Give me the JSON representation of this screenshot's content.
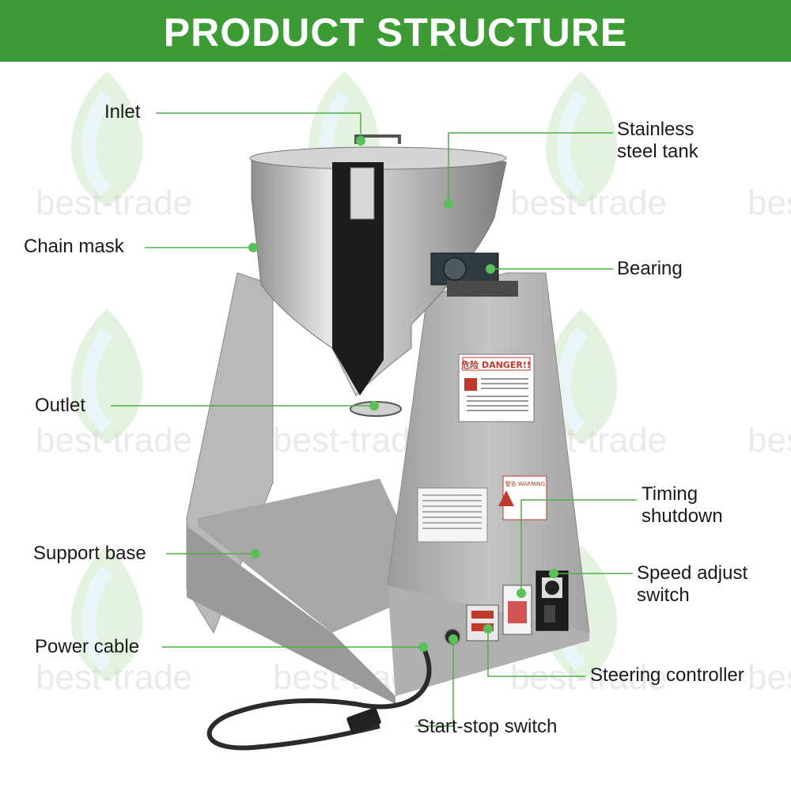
{
  "header": {
    "title": "PRODUCT STRUCTURE",
    "background": "#3d9b35"
  },
  "watermark": {
    "text": "best-trade"
  },
  "accent_color": "#5cc05a",
  "machine": {
    "danger_sign": "危险 DANGER!!",
    "warning_sign": "警告 WARNING"
  },
  "labels": {
    "inlet": "Inlet",
    "tank": "Stainless\nsteel tank",
    "chain_mask": "Chain mask",
    "bearing": "Bearing",
    "outlet": "Outlet",
    "timing": "Timing\nshutdown",
    "support_base": "Support base",
    "speed_adjust": "Speed adjust\nswitch",
    "power_cable": "Power cable",
    "steering": "Steering controller",
    "start_stop": "Start-stop switch"
  }
}
